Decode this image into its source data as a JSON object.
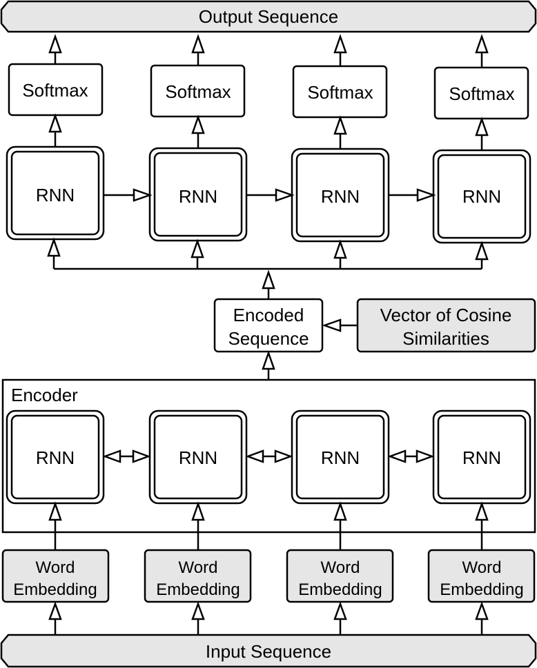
{
  "output_sequence": "Output Sequence",
  "input_sequence": "Input Sequence",
  "softmax_label": "Softmax",
  "rnn_label": "RNN",
  "encoded_sequence": [
    "Encoded",
    "Sequence"
  ],
  "cosine_vector": [
    "Vector of Cosine",
    "Similarities"
  ],
  "encoder_label": "Encoder",
  "word_embedding": [
    "Word",
    "Embedding"
  ],
  "colors": {
    "stroke": "#000000",
    "fill_grey": "#e6e6e6",
    "fill_white": "#ffffff"
  }
}
